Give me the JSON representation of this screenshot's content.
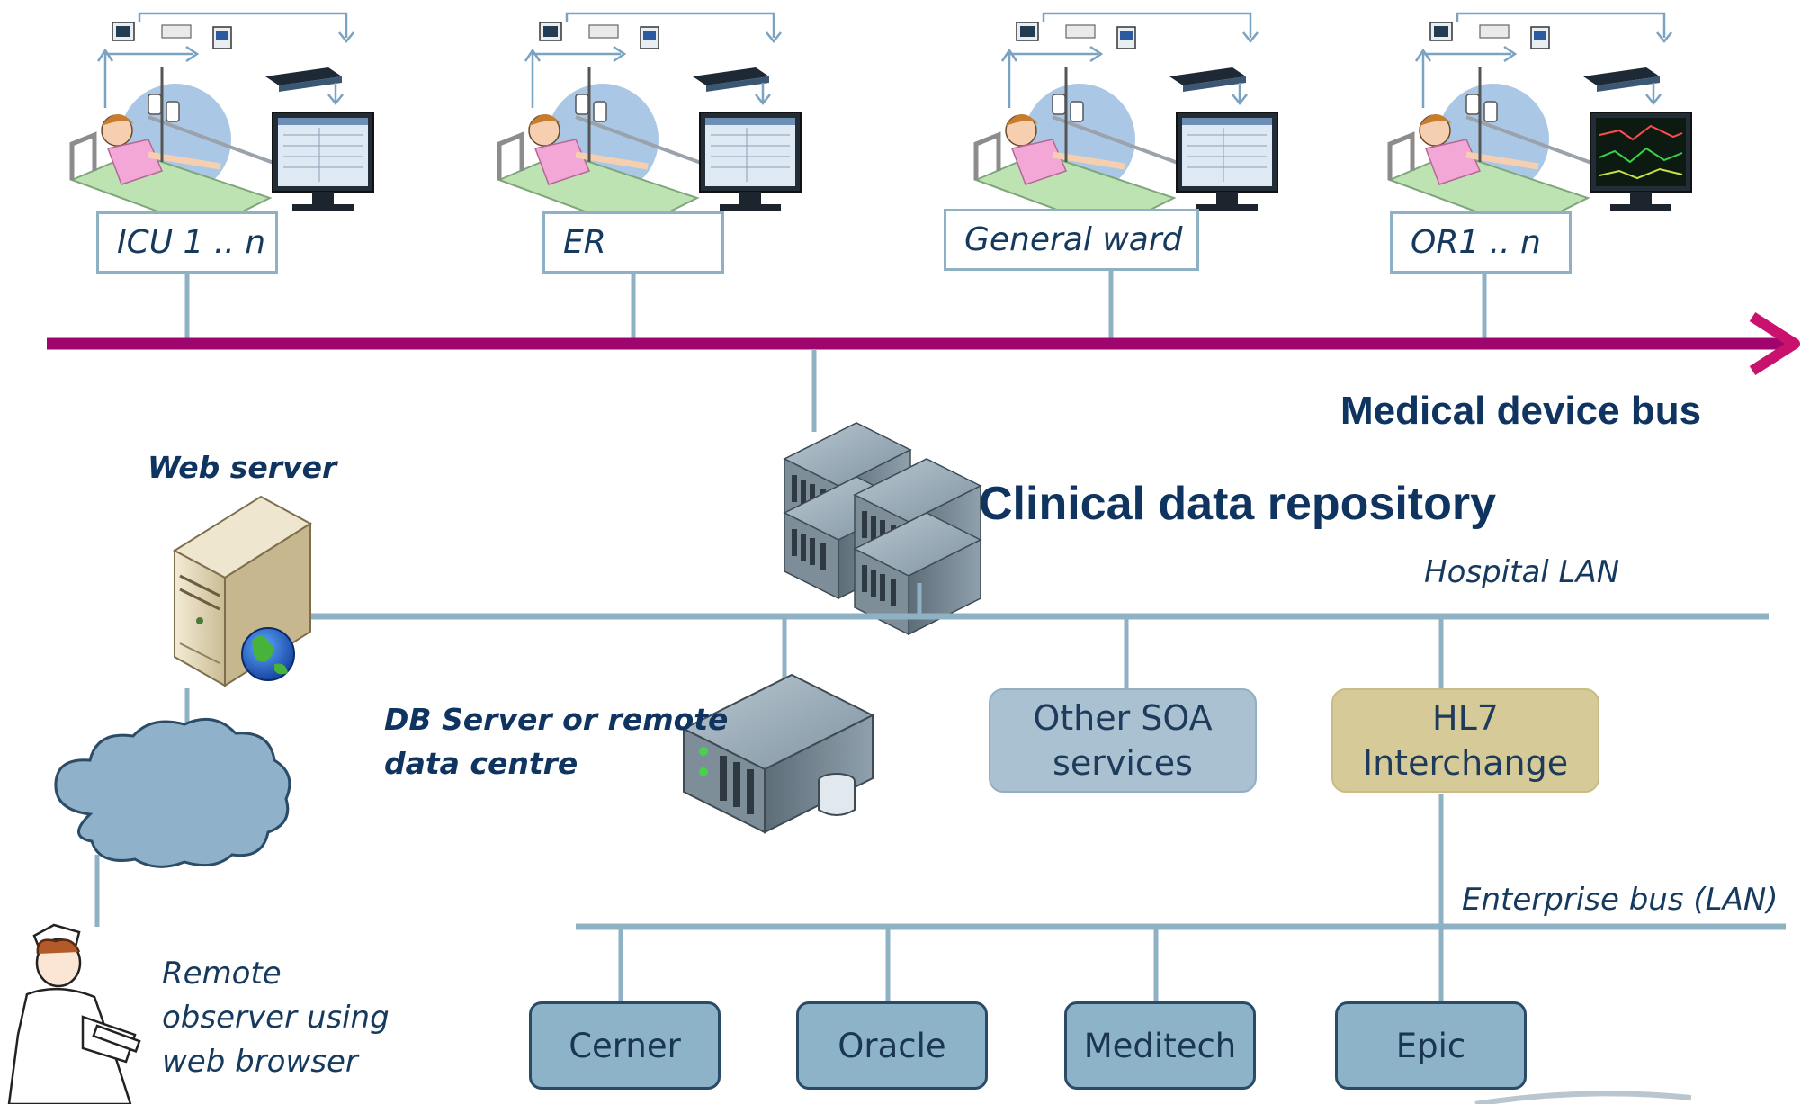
{
  "care_units": [
    {
      "label": "ICU 1 .. n"
    },
    {
      "label": "ER"
    },
    {
      "label": "General ward"
    },
    {
      "label": "OR1 .. n"
    }
  ],
  "buses": {
    "medical_device_bus": "Medical device bus",
    "hospital_lan": "Hospital LAN",
    "enterprise_bus": "Enterprise bus (LAN)"
  },
  "nodes": {
    "clinical_data_repository": "Clinical data repository",
    "web_server": "Web server",
    "db_server_line1": "DB Server or remote",
    "db_server_line2": "data centre",
    "other_soa_line1": "Other SOA",
    "other_soa_line2": "services",
    "hl7_line1": "HL7",
    "hl7_line2": "Interchange",
    "remote_line1": "Remote",
    "remote_line2": "observer using",
    "remote_line3": "web browser"
  },
  "vendors": [
    {
      "label": "Cerner"
    },
    {
      "label": "Oracle"
    },
    {
      "label": "Meditech"
    },
    {
      "label": "Epic"
    }
  ],
  "colors": {
    "device_bus": "#a0056e",
    "lan_line": "#8fb1c4",
    "soa_box": "#a9c1d0",
    "hl7_box": "#d6cb98",
    "vendor_box": "#8db3c9",
    "text_dark": "#0f3460"
  }
}
